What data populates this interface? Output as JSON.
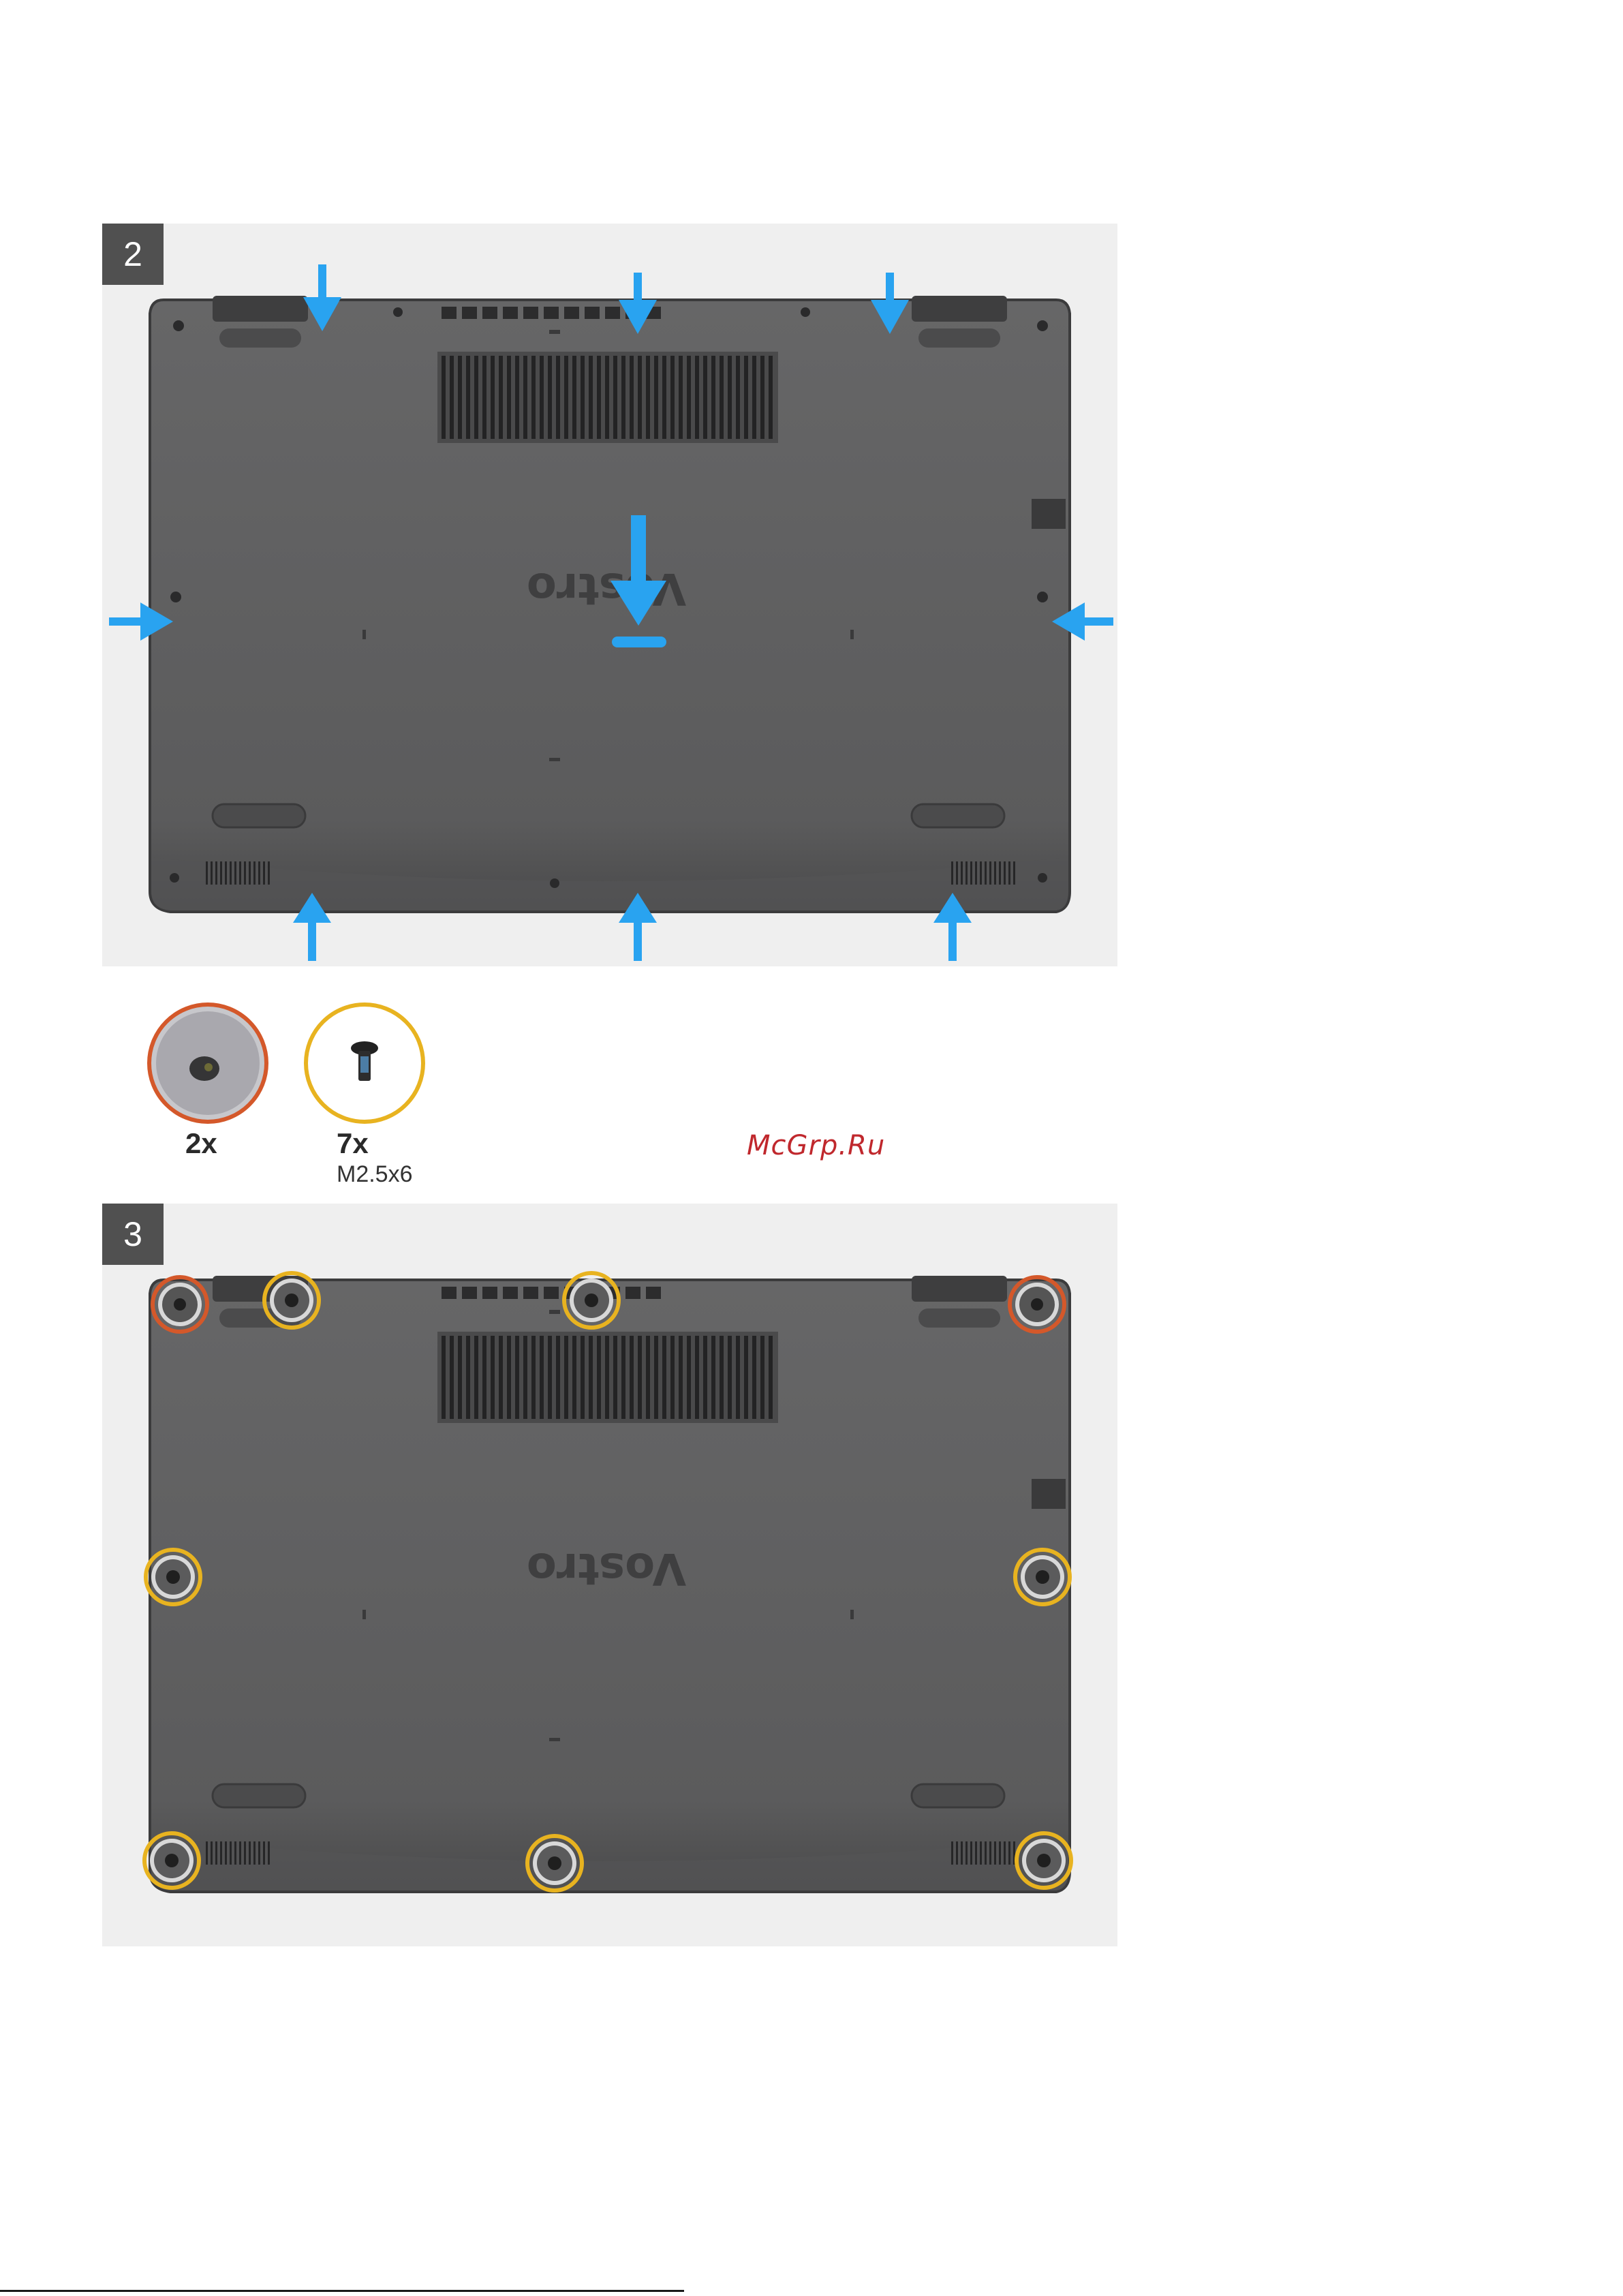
{
  "steps": [
    {
      "number": "2"
    },
    {
      "number": "3"
    }
  ],
  "legend": {
    "rubber_screw": {
      "count": "2x",
      "ring_color": "#d4582a"
    },
    "screw": {
      "count": "7x",
      "spec": "M2.5x6",
      "ring_color": "#e8b320"
    }
  },
  "brand_text": "Vostro",
  "watermark": "McGrp.Ru",
  "colors": {
    "arrow": "#29a3f0",
    "base_cover": "#5f5f60",
    "panel_bg": "#efefef",
    "step_badge": "#505050"
  },
  "icons": [
    "down-arrow-icon",
    "up-arrow-icon",
    "left-arrow-icon",
    "right-arrow-icon",
    "screw-icon"
  ]
}
